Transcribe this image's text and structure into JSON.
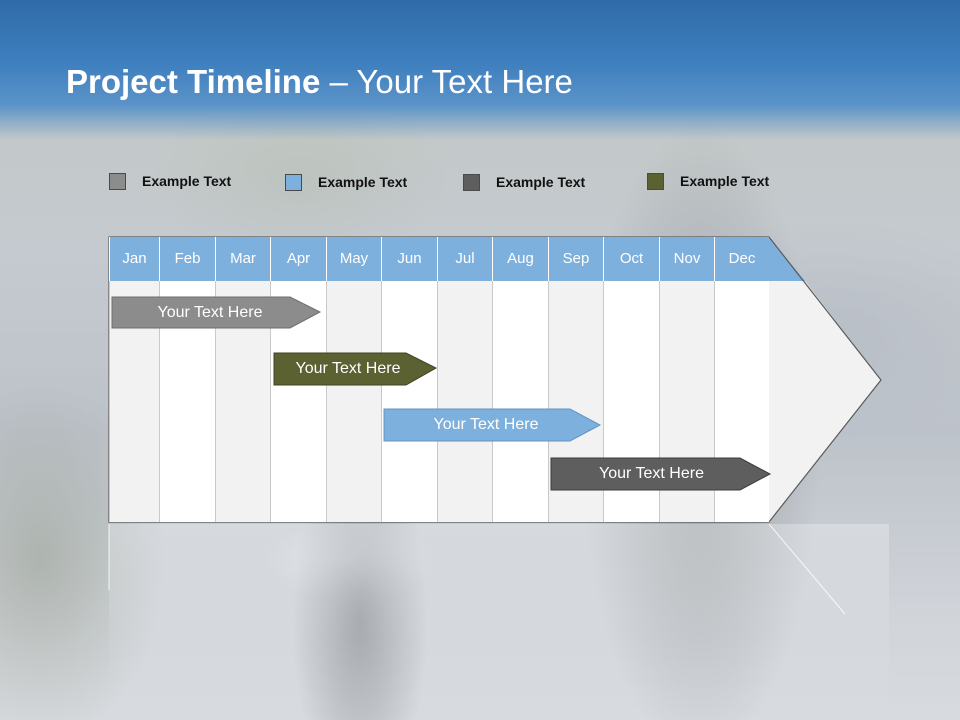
{
  "slide": {
    "title_bold": "Project Timeline",
    "title_rest": " – Your Text Here"
  },
  "legend": [
    {
      "label": "Example Text",
      "color": "#8c8c8c"
    },
    {
      "label": "Example Text",
      "color": "#7eb0de"
    },
    {
      "label": "Example Text",
      "color": "#5e5e5e"
    },
    {
      "label": "Example Text",
      "color": "#5c6132"
    }
  ],
  "months": [
    "Jan",
    "Feb",
    "Mar",
    "Apr",
    "May",
    "Jun",
    "Jul",
    "Aug",
    "Sep",
    "Oct",
    "Nov",
    "Dec"
  ],
  "tasks": [
    {
      "label": "Your  Text Here",
      "color": "#8c8c8c"
    },
    {
      "label": "Your  Text Here",
      "color": "#5c6132"
    },
    {
      "label": "Your  Text Here",
      "color": "#7eb0de"
    },
    {
      "label": "Your  Text Here",
      "color": "#5e5e5e"
    }
  ],
  "colors": {
    "header_blue": "#3e7fbf",
    "month_header": "#7eb0de",
    "arrow_fill": "#f2f2f2"
  }
}
